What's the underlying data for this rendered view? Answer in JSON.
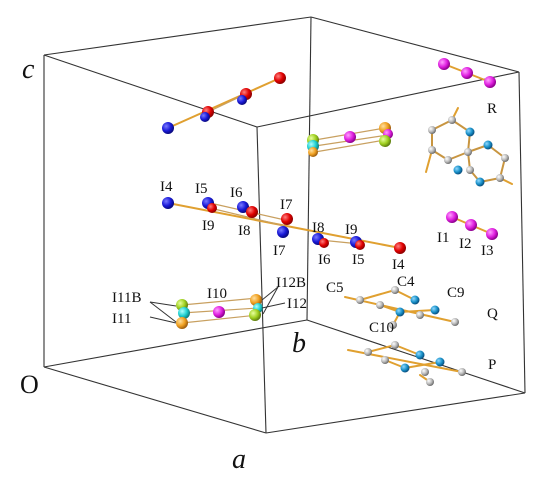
{
  "axes": {
    "a": "a",
    "b": "b",
    "c": "c",
    "origin": "O"
  },
  "labels": {
    "I1": "I1",
    "I2": "I2",
    "I3": "I3",
    "I4": "I4",
    "I4b": "I4",
    "I5": "I5",
    "I5b": "I5",
    "I6": "I6",
    "I6b": "I6",
    "I7": "I7",
    "I7b": "I7",
    "I8": "I8",
    "I8b": "I8",
    "I9": "I9",
    "I9b": "I9",
    "I10": "I10",
    "I11": "I11",
    "I11B": "I11B",
    "I12": "I12",
    "I12B": "I12B",
    "C4": "C4",
    "C5": "C5",
    "C9": "C9",
    "C10": "C10",
    "P": "P",
    "Q": "Q",
    "R": "R"
  },
  "colors": {
    "iodine_red": "#e00000",
    "iodine_blue": "#1a1ad8",
    "iodine_magenta": "#e020e0",
    "iodine_green": "#a0d020",
    "iodine_cyan": "#20d0d0",
    "iodine_orange": "#f0a020",
    "nitrogen": "#1890c8",
    "carbon": "#b8b8b8",
    "bond": "#e0a030"
  }
}
